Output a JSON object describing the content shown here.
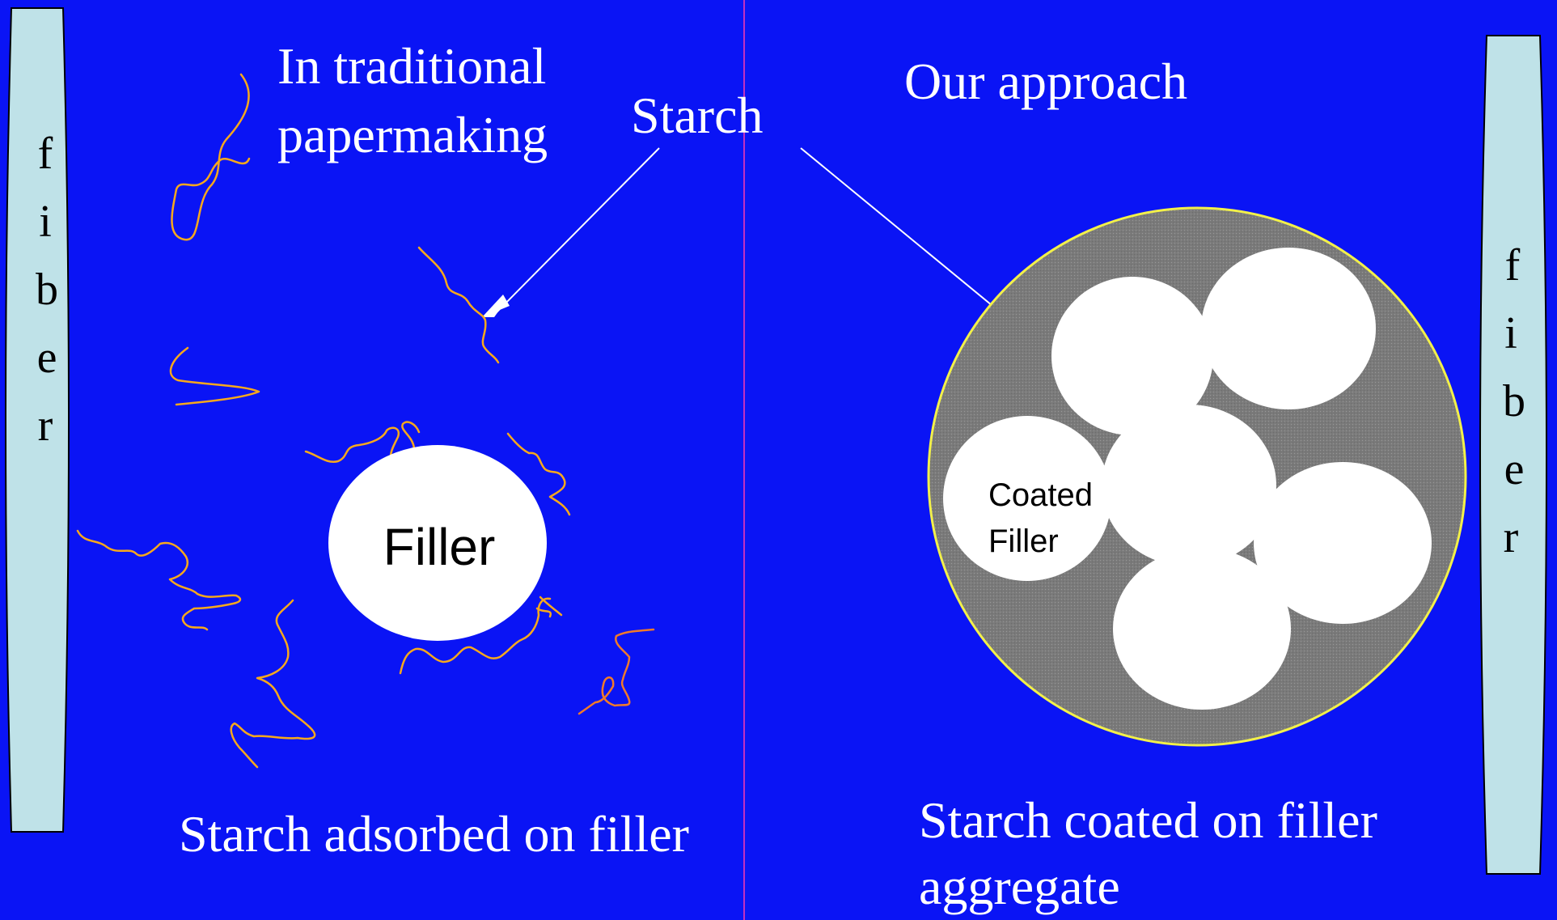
{
  "left_panel": {
    "heading_line1": "In traditional",
    "heading_line2": "papermaking",
    "filler_label": "Filler",
    "caption": "Starch adsorbed on filler"
  },
  "center": {
    "starch_label": "Starch"
  },
  "right_panel": {
    "heading": "Our approach",
    "particle_label_line1": "Coated",
    "particle_label_line2": "Filler",
    "caption_line1": "Starch coated on filler",
    "caption_line2": "aggregate"
  },
  "fiber_letters": [
    "f",
    "i",
    "b",
    "e",
    "r"
  ],
  "colors": {
    "background": "#0a14f5",
    "fiber": "#bfe2e8",
    "starch": "#f7a81c",
    "starch_alt": "#f07a2a",
    "divider": "#c030c0",
    "aggregate": "#7e7e7e",
    "aggregate_outline": "#f2f04a"
  }
}
